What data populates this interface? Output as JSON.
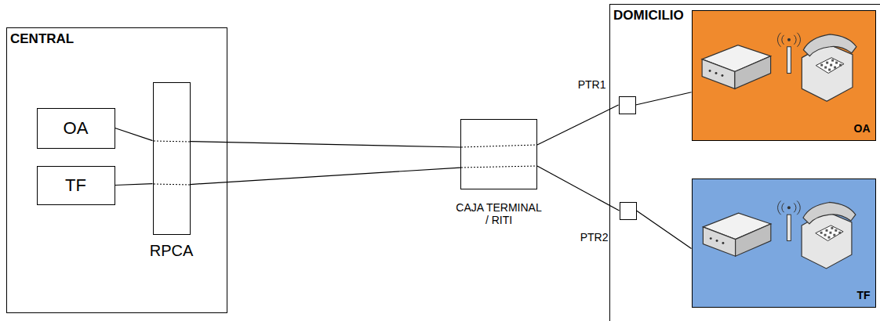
{
  "diagram": {
    "nodes": [
      {
        "text": [
          "CENTRAL"
        ]
      },
      {
        "text": [
          "OA"
        ],
        "in": 0
      },
      {
        "text": [
          "TF"
        ],
        "in": 0
      },
      {
        "text": [
          "RPCA"
        ],
        "in": 0
      },
      {
        "text": [
          "CAJA TERMINAL / RITI"
        ]
      },
      {
        "text": [
          "DOMICILIO"
        ]
      },
      {
        "text": [
          "PTR1"
        ],
        "in": 5
      },
      {
        "text": [
          "PTR2"
        ],
        "in": 5
      },
      {
        "text": [
          "OA"
        ],
        "in": 5
      },
      {
        "text": [
          "TF"
        ],
        "in": 5
      }
    ],
    "edges": [
      {
        "from": 1,
        "to": 3,
        "arrow": "none"
      },
      {
        "from": 2,
        "to": 3,
        "arrow": "none"
      },
      {
        "from": 3,
        "to": 4,
        "arrow": "none"
      },
      {
        "from": 3,
        "to": 4,
        "arrow": "none"
      },
      {
        "from": 4,
        "to": 6,
        "arrow": "none"
      },
      {
        "from": 4,
        "to": 7,
        "arrow": "none"
      },
      {
        "from": 6,
        "to": 8,
        "arrow": "none"
      },
      {
        "from": 7,
        "to": 9,
        "arrow": "none"
      }
    ]
  }
}
